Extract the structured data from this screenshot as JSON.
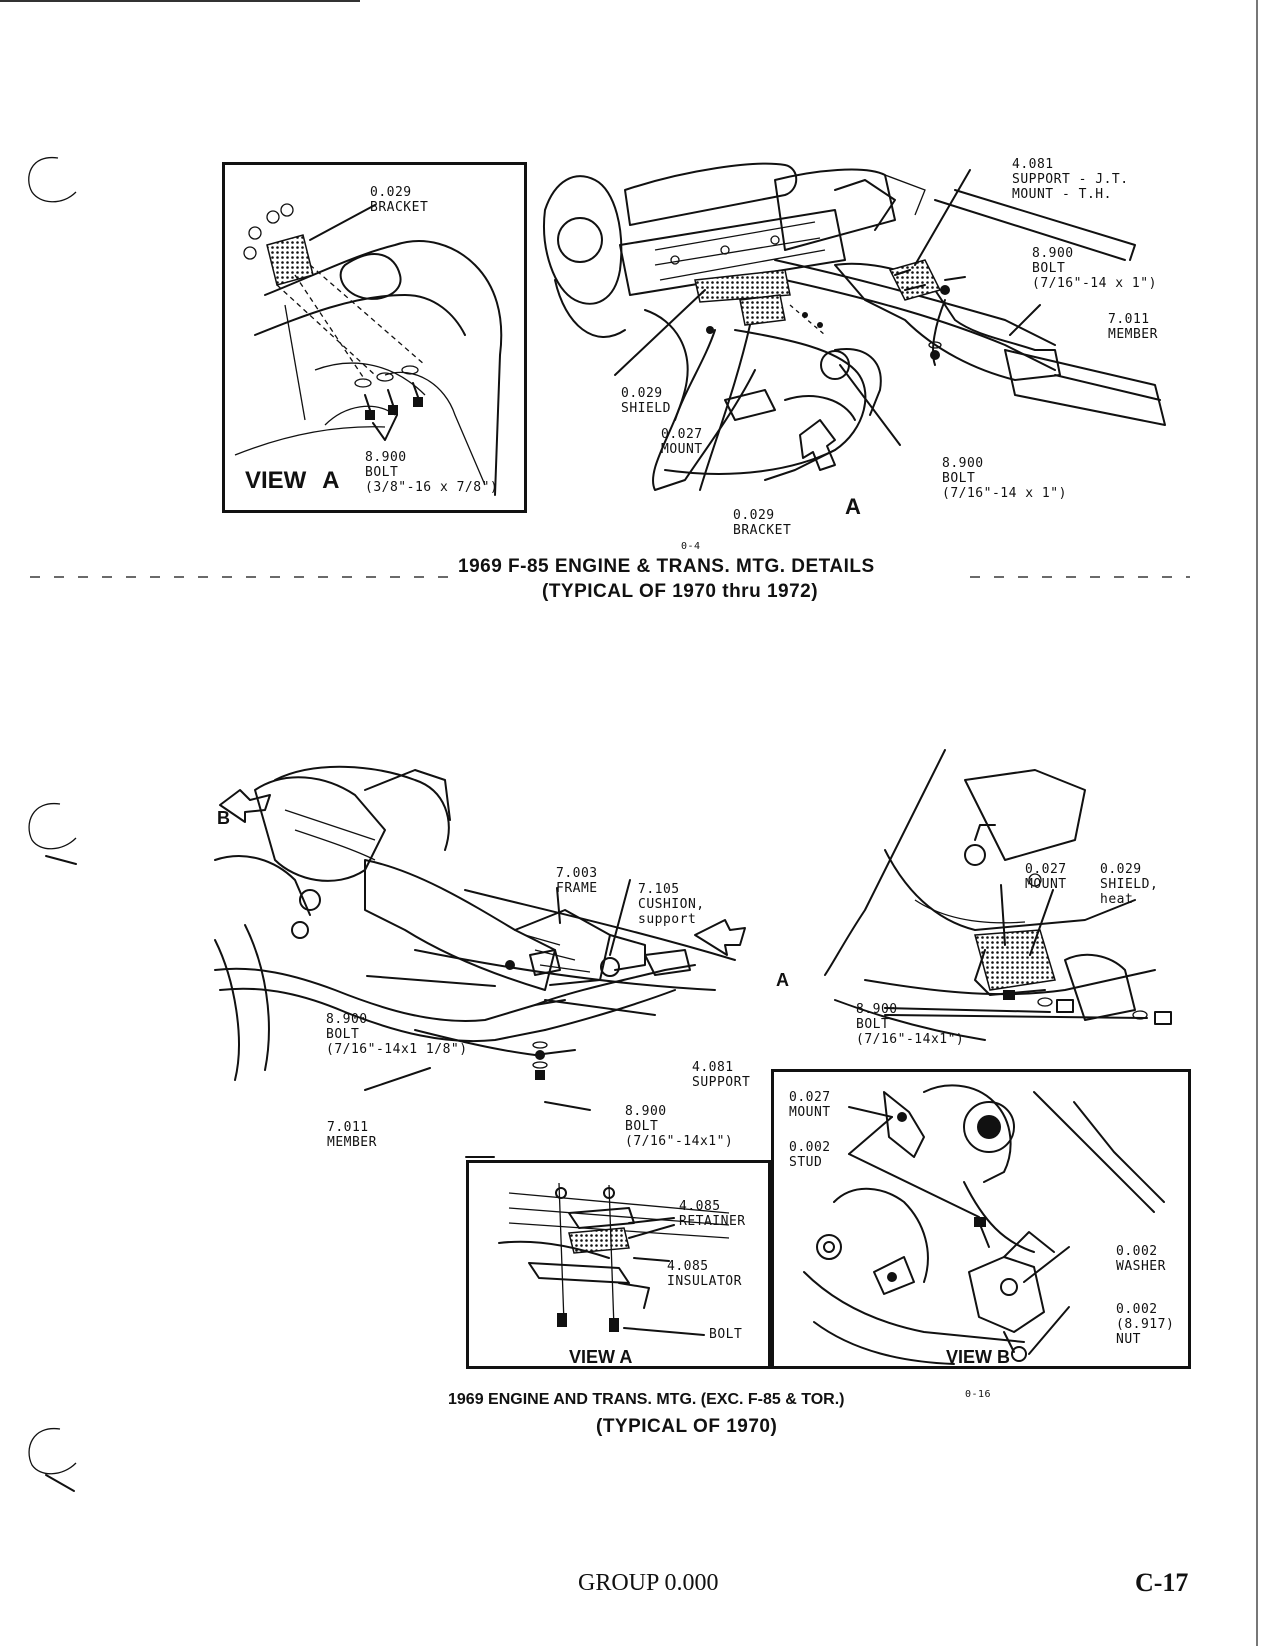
{
  "figure1": {
    "view_a": {
      "title": "VIEW A",
      "bracket": "0.029\nBRACKET",
      "bolt": "8.900\nBOLT\n(3/8\"-16 x 7/8\")"
    },
    "labels": {
      "support": "4.081\nSUPPORT - J.T.\nMOUNT   - T.H.",
      "bolt_top": "8.900\nBOLT\n(7/16\"-14 x 1\")",
      "member": "7.011\nMEMBER",
      "shield": "0.029\nSHIELD",
      "mount": "0.027\nMOUNT",
      "bolt_bottom": "8.900\nBOLT\n(7/16\"-14 x 1\")",
      "bracket": "0.029\nBRACKET",
      "arrow_a": "A"
    },
    "code": "0-4",
    "caption_line1": "1969 F-85 ENGINE & TRANS. MTG. DETAILS",
    "caption_line2": "(TYPICAL OF 1970 thru 1972)"
  },
  "figure2": {
    "labels": {
      "arrow_b": "B",
      "frame": "7.003\nFRAME",
      "cushion": "7.105\nCUSHION,\nsupport",
      "arrow_a": "A",
      "bolt_left": "8.900\nBOLT\n(7/16\"-14x1 1/8\")",
      "support": "4.081\nSUPPORT",
      "member": "7.011\nMEMBER",
      "bolt_bottom": "8.900\nBOLT\n(7/16\"-14x1\")",
      "mount_right": "0.027\nMOUNT",
      "shield_right": "0.029\nSHIELD,\nheat",
      "bolt_right": "8.900\nBOLT\n(7/16\"-14x1\")"
    },
    "view_a": {
      "title": "VIEW A",
      "retainer": "4.085\nRETAINER",
      "insulator": "4.085\nINSULATOR",
      "bolt": "BOLT"
    },
    "view_b": {
      "title": "VIEW B",
      "mount": "0.027\nMOUNT",
      "stud": "0.002\nSTUD",
      "washer": "0.002\nWASHER",
      "nut": "0.002\n(8.917)\nNUT"
    },
    "code": "0-16",
    "caption_line1": "1969 ENGINE AND TRANS. MTG. (EXC. F-85 & TOR.)",
    "caption_line2": "(TYPICAL OF 1970)"
  },
  "footer": {
    "group": "GROUP 0.000",
    "page": "C-17"
  }
}
